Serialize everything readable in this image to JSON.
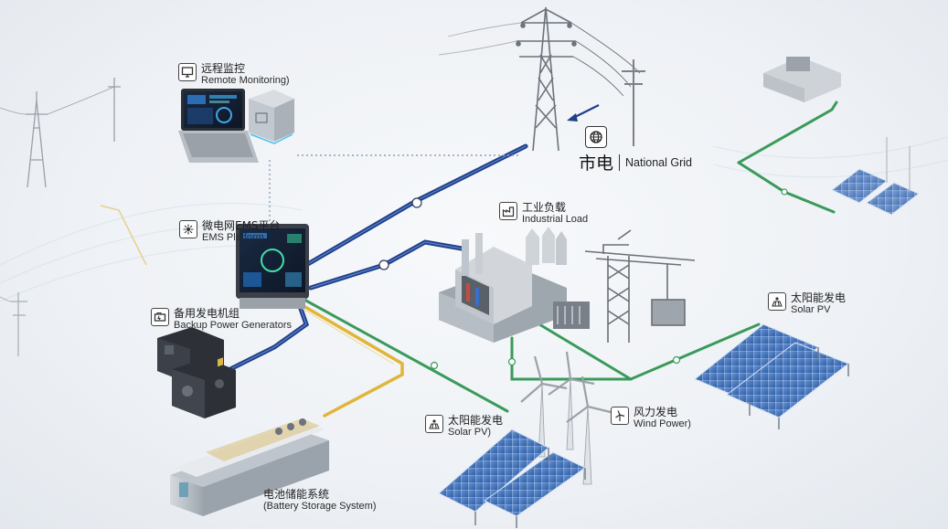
{
  "labels": {
    "remote": {
      "cn": "远程监控",
      "en": "Remote Monitoring)"
    },
    "ems": {
      "cn": "微电网EMS平台",
      "en": "EMS Platform"
    },
    "backup": {
      "cn": "备用发电机组",
      "en": "Backup Power Generators"
    },
    "battery": {
      "cn": "电池储能系统",
      "en": "(Battery Storage System)"
    },
    "industrial": {
      "cn": "工业负载",
      "en": "Industrial Load"
    },
    "solar_center": {
      "cn": "太阳能发电",
      "en": "Solar PV)"
    },
    "wind": {
      "cn": "风力发电",
      "en": "Wind Power)"
    },
    "solar_right": {
      "cn": "太阳能发电",
      "en": "Solar PV"
    },
    "grid": {
      "cn": "市电",
      "en": "National Grid"
    }
  },
  "icons": {
    "remote": "monitor-icon",
    "ems": "network-node-icon",
    "backup": "generator-icon",
    "battery": "battery-icon",
    "industrial": "factory-icon",
    "solar": "solar-panel-icon",
    "wind": "wind-turbine-icon",
    "grid": "globe-icon"
  },
  "colors": {
    "grid_cable": "#1f3f8a",
    "solar_cable": "#3a9a5a",
    "battery_cable": "#e0b53a",
    "link_dotted": "#8aa0b8",
    "panel_blue": "#3e6fb8"
  }
}
